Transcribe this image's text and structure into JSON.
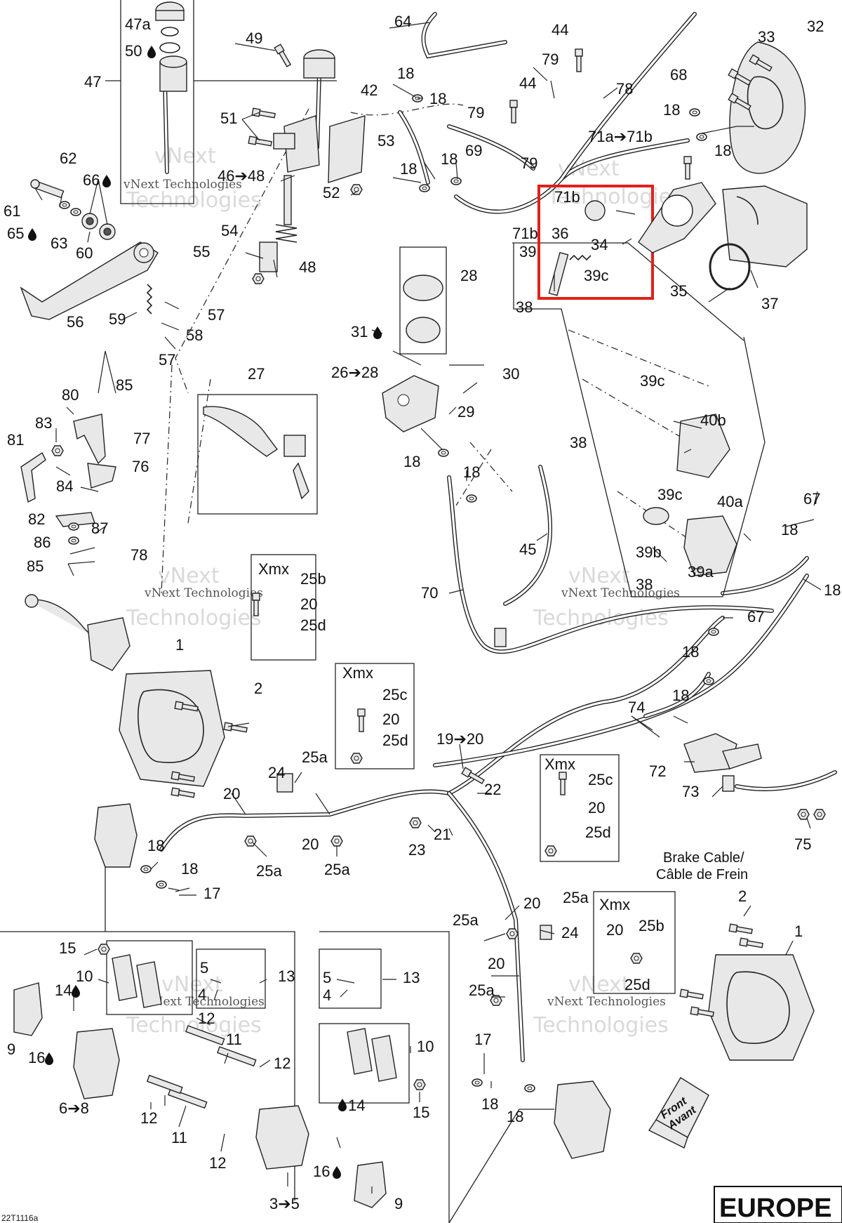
{
  "diagram": {
    "code": "22T1116a",
    "region_label": "EUROPE",
    "brake_cable_label_line1": "Brake Cable/",
    "brake_cable_label_line2": "Câble de Frein",
    "front_label_line1": "Front",
    "front_label_line2": "Avant",
    "box_label": "Xmx",
    "watermark_line1": "vNext",
    "watermark_line2": "Technologies",
    "watermark_small": "vNext Technologies",
    "highlight_color": "#e0201b"
  },
  "callouts": {
    "c1": "1",
    "c2": "2",
    "c3": "3➔5",
    "c5": "5",
    "c4": "4",
    "c6": "6➔8",
    "c9": "9",
    "c10": "10",
    "c11": "11",
    "c12": "12",
    "c13": "13",
    "c14": "14",
    "c15": "15",
    "c16": "16",
    "c17": "17",
    "c18": "18",
    "c19": "19➔20",
    "c20": "20",
    "c21": "21",
    "c22": "22",
    "c23": "23",
    "c24": "24",
    "c25a": "25a",
    "c25b": "25b",
    "c25c": "25c",
    "c25d": "25d",
    "c26": "26➔28",
    "c27": "27",
    "c28": "28",
    "c29": "29",
    "c30": "30",
    "c31": "31",
    "c32": "32",
    "c33": "33",
    "c34": "34",
    "c35": "35",
    "c36": "36",
    "c37": "37",
    "c38": "38",
    "c39": "39",
    "c39a": "39a",
    "c39b": "39b",
    "c39c": "39c",
    "c40a": "40a",
    "c40b": "40b",
    "c42": "42",
    "c44": "44",
    "c45": "45",
    "c46": "46➔48",
    "c47": "47",
    "c47a": "47a",
    "c48": "48",
    "c49": "49",
    "c50": "50",
    "c51": "51",
    "c52": "52",
    "c53": "53",
    "c54": "54",
    "c55": "55",
    "c56": "56",
    "c57": "57",
    "c58": "58",
    "c59": "59",
    "c60": "60",
    "c61": "61",
    "c62": "62",
    "c63": "63",
    "c64": "64",
    "c65": "65",
    "c66": "66",
    "c67": "67",
    "c68": "68",
    "c69": "69",
    "c70": "70",
    "c71a": "71a➔71b",
    "c71b": "71b",
    "c72": "72",
    "c73": "73",
    "c74": "74",
    "c75": "75",
    "c76": "76",
    "c77": "77",
    "c78": "78",
    "c79": "79",
    "c80": "80",
    "c81": "81",
    "c82": "82",
    "c83": "83",
    "c84": "84",
    "c85": "85",
    "c86": "86",
    "c87": "87"
  }
}
